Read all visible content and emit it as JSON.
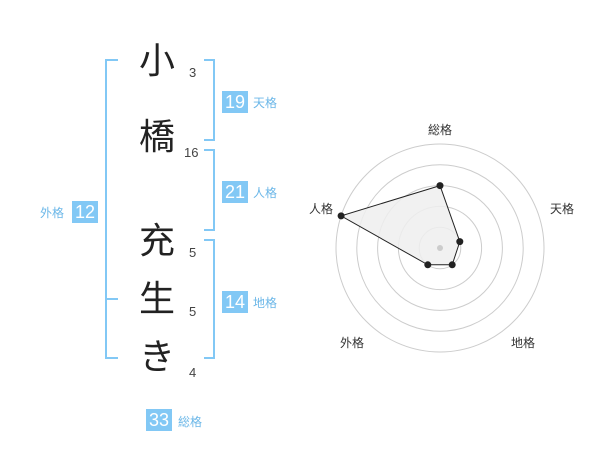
{
  "name_chars": [
    {
      "char": "小",
      "strokes": "3"
    },
    {
      "char": "橋",
      "strokes": "16"
    },
    {
      "char": "充",
      "strokes": "5"
    },
    {
      "char": "生",
      "strokes": "5"
    },
    {
      "char": "き",
      "strokes": "4"
    }
  ],
  "fortune": {
    "tenkaku": {
      "value": "19",
      "label": "天格"
    },
    "jinkaku": {
      "value": "21",
      "label": "人格"
    },
    "chikaku": {
      "value": "14",
      "label": "地格"
    },
    "gaikaku": {
      "value": "12",
      "label": "外格"
    },
    "soukaku": {
      "value": "33",
      "label": "総格"
    }
  },
  "colors": {
    "accent": "#82c8f5",
    "bracket": "#82c8f5",
    "radar_line": "#222222",
    "radar_fill": "#eeeeee",
    "ring": "#cccccc"
  },
  "chart_data": {
    "type": "radar",
    "axes": [
      "総格",
      "天格",
      "地格",
      "外格",
      "人格"
    ],
    "values": [
      3,
      1,
      1,
      1,
      5
    ],
    "max": 5,
    "grid": true
  }
}
